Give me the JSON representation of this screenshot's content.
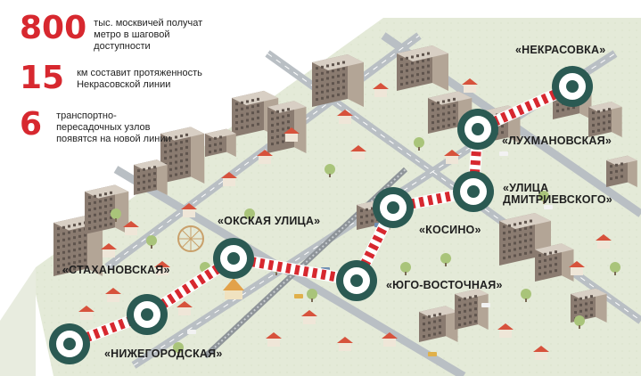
{
  "stats": [
    {
      "number": "800",
      "text": "тыс. москвичей получат метро в шаговой доступности"
    },
    {
      "number": "15",
      "text": "км составит протяженность Некрасовской линии"
    },
    {
      "number": "6",
      "text": "транспортно-пересадочных узлов появятся на новой линии"
    }
  ],
  "stations": [
    {
      "name": "«НИЖЕГОРОДСКАЯ»"
    },
    {
      "name": "«СТАХАНОВСКАЯ»"
    },
    {
      "name": "«ОКСКАЯ УЛИЦА»"
    },
    {
      "name": "«ЮГО-ВОСТОЧНАЯ»"
    },
    {
      "name": "«КОСИНО»"
    },
    {
      "name": "«УЛИЦА ДМИТРИЕВСКОГО»"
    },
    {
      "name": "«ЛУХМАНОВСКАЯ»"
    },
    {
      "name": "«НЕКРАСОВКА»"
    }
  ],
  "colors": {
    "accent": "#d7282f",
    "station_ring": "#2b5a53",
    "track": "#d7282f"
  },
  "icons": [
    "metro-station-icon",
    "building-icon",
    "house-icon",
    "tree-icon",
    "ferris-wheel-icon",
    "car-icon"
  ]
}
